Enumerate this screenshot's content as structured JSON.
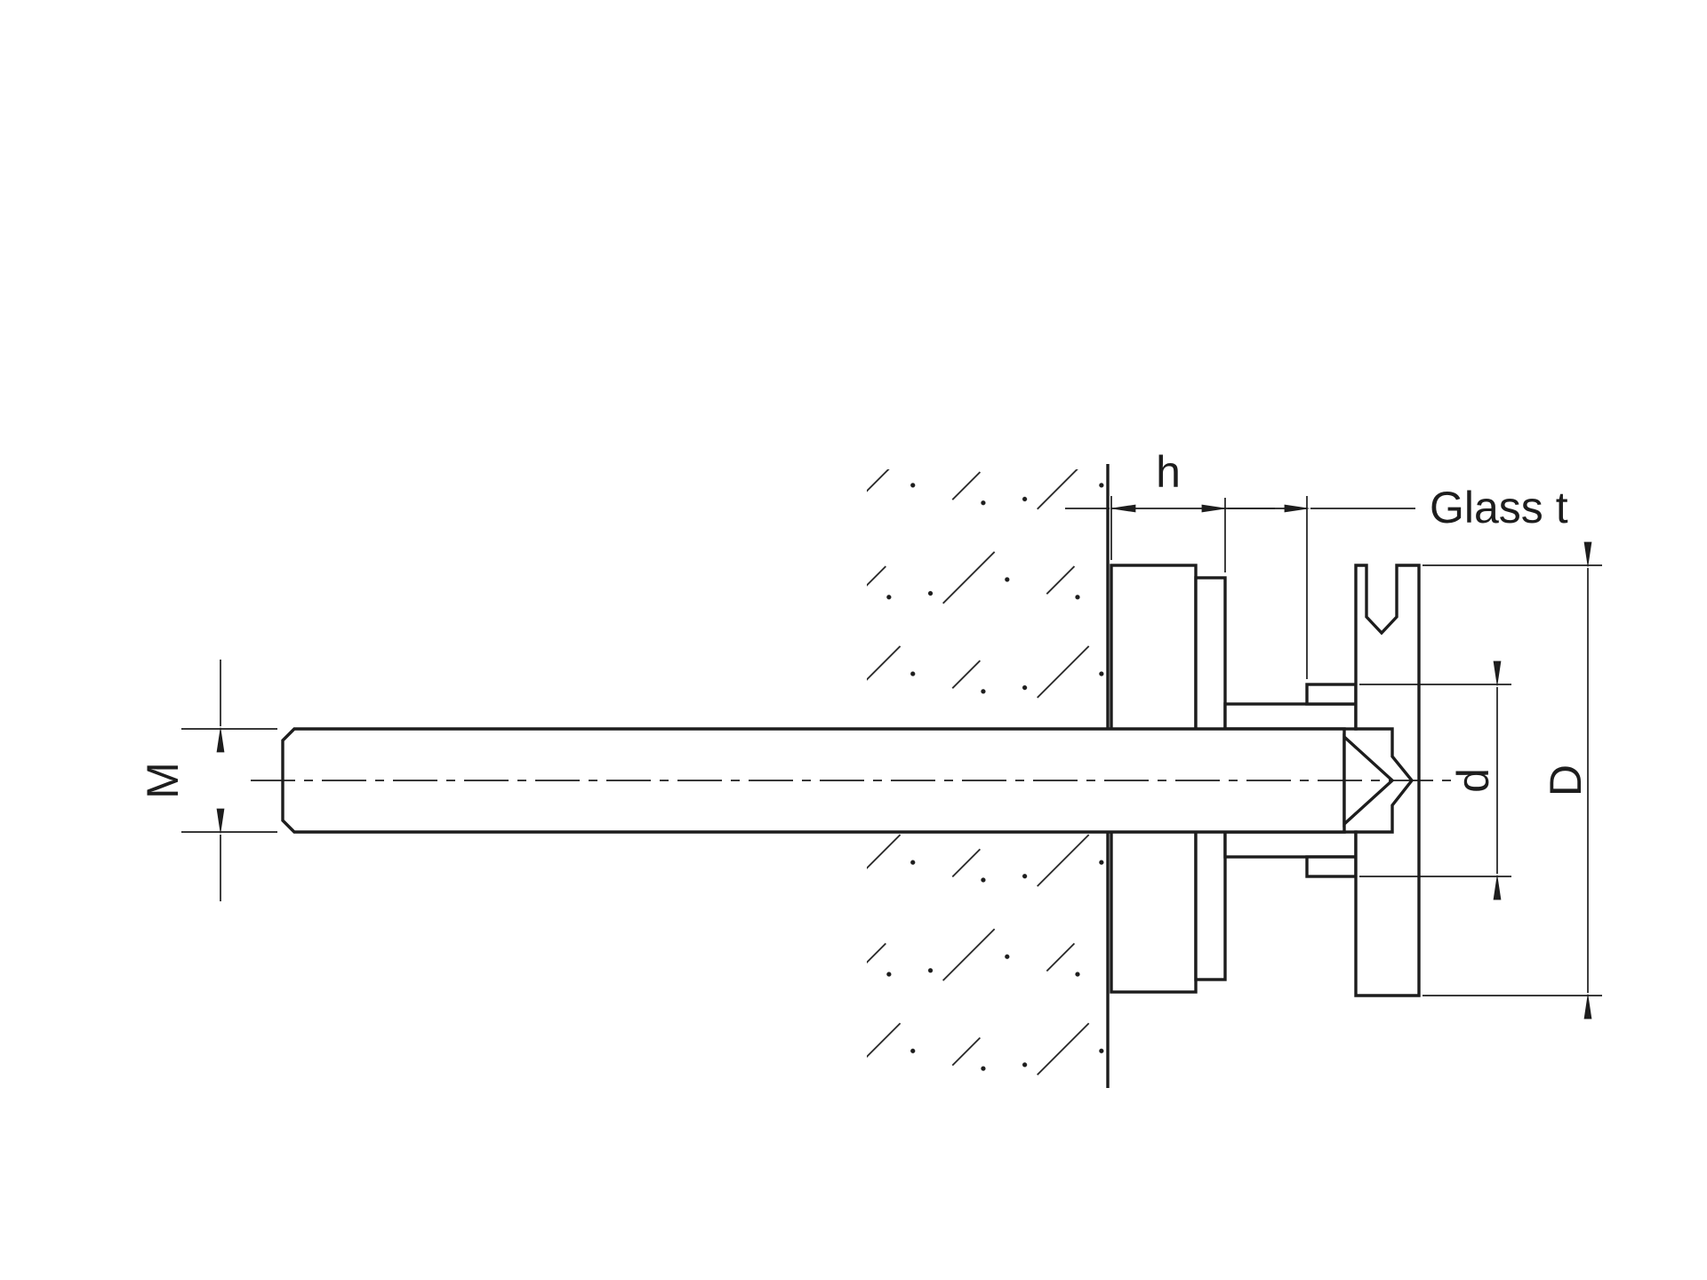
{
  "drawing": {
    "background": "#ffffff",
    "line_color": "#1d1d1d",
    "labels": {
      "thread_size": "M",
      "body_height": "h",
      "glass_thickness": "Glass t",
      "inner_diameter": "d",
      "outer_diameter": "D"
    }
  }
}
